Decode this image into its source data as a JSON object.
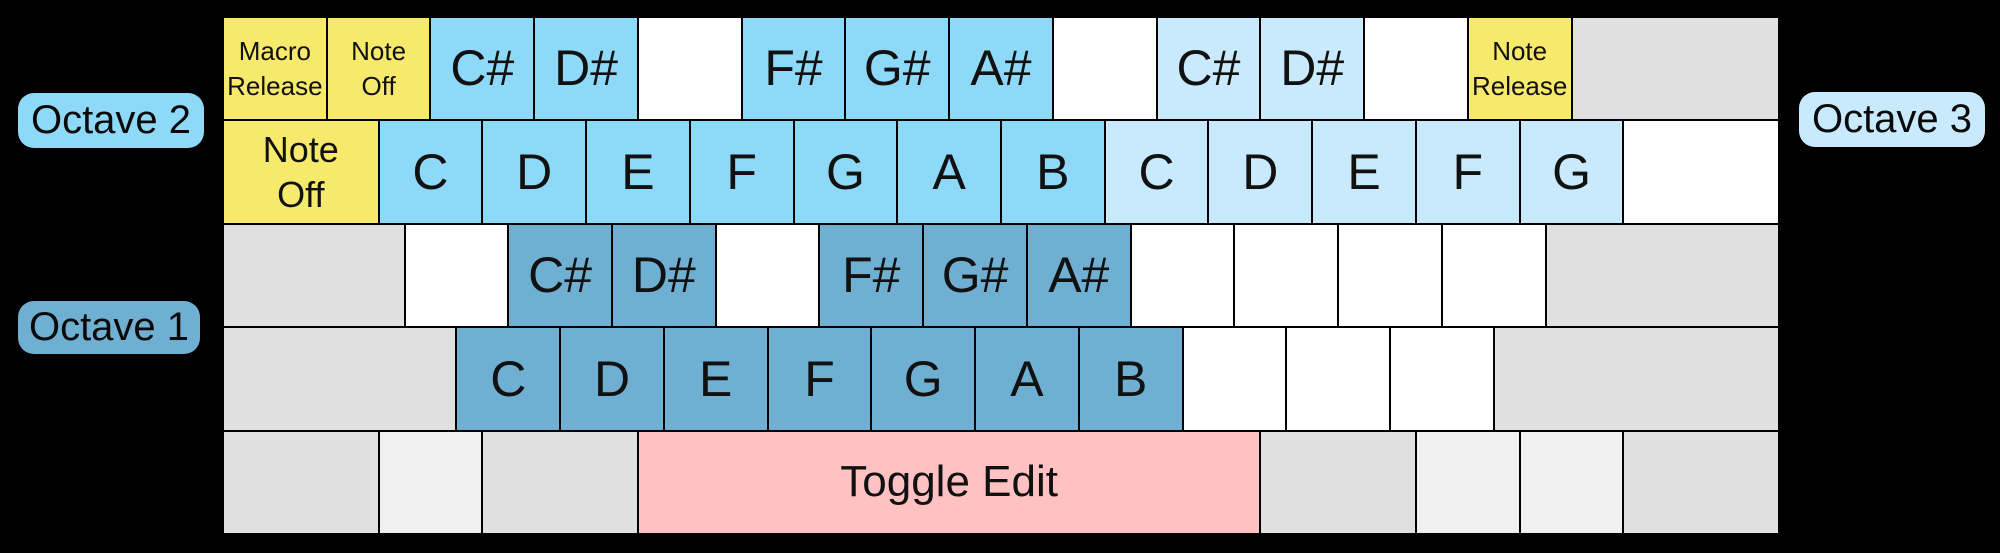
{
  "octave_labels": {
    "octave2": {
      "text": "Octave 2"
    },
    "octave1": {
      "text": "Octave 1"
    },
    "octave3": {
      "text": "Octave 3"
    }
  },
  "colors": {
    "background": "#000000",
    "yellow": "#F6E96B",
    "octave1_blue": "#6FB0D2",
    "octave2_blue": "#8ED9F8",
    "octave3_blue": "#C9EAFC",
    "white": "#FFFFFF",
    "gray": "#E0E0E0",
    "light_gray": "#F0F0F0",
    "pink": "#FFC1C2"
  },
  "keyboard": {
    "rows": [
      {
        "keys": [
          {
            "name": "key-macro-release",
            "label": "Macro\nRelease",
            "color": "yellow",
            "span": 4,
            "size": "small"
          },
          {
            "name": "key-note-off-1",
            "label": "Note\nOff",
            "color": "yellow",
            "span": 4,
            "size": "small"
          },
          {
            "name": "key-c-sharp-octave2",
            "label": "C#",
            "color": "blue2",
            "span": 4
          },
          {
            "name": "key-d-sharp-octave2",
            "label": "D#",
            "color": "blue2",
            "span": 4
          },
          {
            "name": "key-blank",
            "label": "",
            "color": "white",
            "span": 4
          },
          {
            "name": "key-f-sharp-octave2",
            "label": "F#",
            "color": "blue2",
            "span": 4
          },
          {
            "name": "key-g-sharp-octave2",
            "label": "G#",
            "color": "blue2",
            "span": 4
          },
          {
            "name": "key-a-sharp-octave2",
            "label": "A#",
            "color": "blue2",
            "span": 4
          },
          {
            "name": "key-blank",
            "label": "",
            "color": "white",
            "span": 4
          },
          {
            "name": "key-c-sharp-octave3",
            "label": "C#",
            "color": "blue3",
            "span": 4
          },
          {
            "name": "key-d-sharp-octave3",
            "label": "D#",
            "color": "blue3",
            "span": 4
          },
          {
            "name": "key-blank",
            "label": "",
            "color": "white",
            "span": 4
          },
          {
            "name": "key-note-release",
            "label": "Note\nRelease",
            "color": "yellow",
            "span": 4,
            "size": "small"
          },
          {
            "name": "key-unassigned-modifier",
            "label": "",
            "color": "gray",
            "span": 8
          }
        ]
      },
      {
        "keys": [
          {
            "name": "key-note-off-tab",
            "label": "Note\nOff",
            "color": "yellow",
            "span": 6,
            "size": "medium"
          },
          {
            "name": "key-c-octave2",
            "label": "C",
            "color": "blue2",
            "span": 4
          },
          {
            "name": "key-d-octave2",
            "label": "D",
            "color": "blue2",
            "span": 4
          },
          {
            "name": "key-e-octave2",
            "label": "E",
            "color": "blue2",
            "span": 4
          },
          {
            "name": "key-f-octave2",
            "label": "F",
            "color": "blue2",
            "span": 4
          },
          {
            "name": "key-g-octave2",
            "label": "G",
            "color": "blue2",
            "span": 4
          },
          {
            "name": "key-a-octave2",
            "label": "A",
            "color": "blue2",
            "span": 4
          },
          {
            "name": "key-b-octave2",
            "label": "B",
            "color": "blue2",
            "span": 4
          },
          {
            "name": "key-c-octave3",
            "label": "C",
            "color": "blue3",
            "span": 4
          },
          {
            "name": "key-d-octave3",
            "label": "D",
            "color": "blue3",
            "span": 4
          },
          {
            "name": "key-e-octave3",
            "label": "E",
            "color": "blue3",
            "span": 4
          },
          {
            "name": "key-f-octave3",
            "label": "F",
            "color": "blue3",
            "span": 4
          },
          {
            "name": "key-g-octave3",
            "label": "G",
            "color": "blue3",
            "span": 4
          },
          {
            "name": "key-blank",
            "label": "",
            "color": "white",
            "span": 6
          }
        ]
      },
      {
        "keys": [
          {
            "name": "key-unassigned-modifier",
            "label": "",
            "color": "gray",
            "span": 7
          },
          {
            "name": "key-blank",
            "label": "",
            "color": "white",
            "span": 4
          },
          {
            "name": "key-c-sharp-octave1",
            "label": "C#",
            "color": "blue1",
            "span": 4
          },
          {
            "name": "key-d-sharp-octave1",
            "label": "D#",
            "color": "blue1",
            "span": 4
          },
          {
            "name": "key-blank",
            "label": "",
            "color": "white",
            "span": 4
          },
          {
            "name": "key-f-sharp-octave1",
            "label": "F#",
            "color": "blue1",
            "span": 4
          },
          {
            "name": "key-g-sharp-octave1",
            "label": "G#",
            "color": "blue1",
            "span": 4
          },
          {
            "name": "key-a-sharp-octave1",
            "label": "A#",
            "color": "blue1",
            "span": 4
          },
          {
            "name": "key-blank",
            "label": "",
            "color": "white",
            "span": 4
          },
          {
            "name": "key-blank",
            "label": "",
            "color": "white",
            "span": 4
          },
          {
            "name": "key-blank",
            "label": "",
            "color": "white",
            "span": 4
          },
          {
            "name": "key-blank",
            "label": "",
            "color": "white",
            "span": 4
          },
          {
            "name": "key-unassigned-modifier",
            "label": "",
            "color": "gray",
            "span": 9
          }
        ]
      },
      {
        "keys": [
          {
            "name": "key-unassigned-modifier",
            "label": "",
            "color": "gray",
            "span": 9
          },
          {
            "name": "key-c-octave1",
            "label": "C",
            "color": "blue1",
            "span": 4
          },
          {
            "name": "key-d-octave1",
            "label": "D",
            "color": "blue1",
            "span": 4
          },
          {
            "name": "key-e-octave1",
            "label": "E",
            "color": "blue1",
            "span": 4
          },
          {
            "name": "key-f-octave1",
            "label": "F",
            "color": "blue1",
            "span": 4
          },
          {
            "name": "key-g-octave1",
            "label": "G",
            "color": "blue1",
            "span": 4
          },
          {
            "name": "key-a-octave1",
            "label": "A",
            "color": "blue1",
            "span": 4
          },
          {
            "name": "key-b-octave1",
            "label": "B",
            "color": "blue1",
            "span": 4
          },
          {
            "name": "key-blank",
            "label": "",
            "color": "white",
            "span": 4
          },
          {
            "name": "key-blank",
            "label": "",
            "color": "white",
            "span": 4
          },
          {
            "name": "key-blank",
            "label": "",
            "color": "white",
            "span": 4
          },
          {
            "name": "key-unassigned-modifier",
            "label": "",
            "color": "gray",
            "span": 11
          }
        ]
      },
      {
        "keys": [
          {
            "name": "key-unassigned-modifier",
            "label": "",
            "color": "gray",
            "span": 6
          },
          {
            "name": "key-unassigned-modifier",
            "label": "",
            "color": "lgray",
            "span": 4
          },
          {
            "name": "key-unassigned-modifier",
            "label": "",
            "color": "gray",
            "span": 6
          },
          {
            "name": "key-toggle-edit",
            "label": "Toggle Edit",
            "color": "pink",
            "span": 24,
            "size": "space"
          },
          {
            "name": "key-unassigned-modifier",
            "label": "",
            "color": "gray",
            "span": 6
          },
          {
            "name": "key-unassigned-modifier",
            "label": "",
            "color": "lgray",
            "span": 4
          },
          {
            "name": "key-unassigned-modifier",
            "label": "",
            "color": "lgray",
            "span": 4
          },
          {
            "name": "key-unassigned-modifier",
            "label": "",
            "color": "gray",
            "span": 6
          }
        ]
      }
    ]
  }
}
